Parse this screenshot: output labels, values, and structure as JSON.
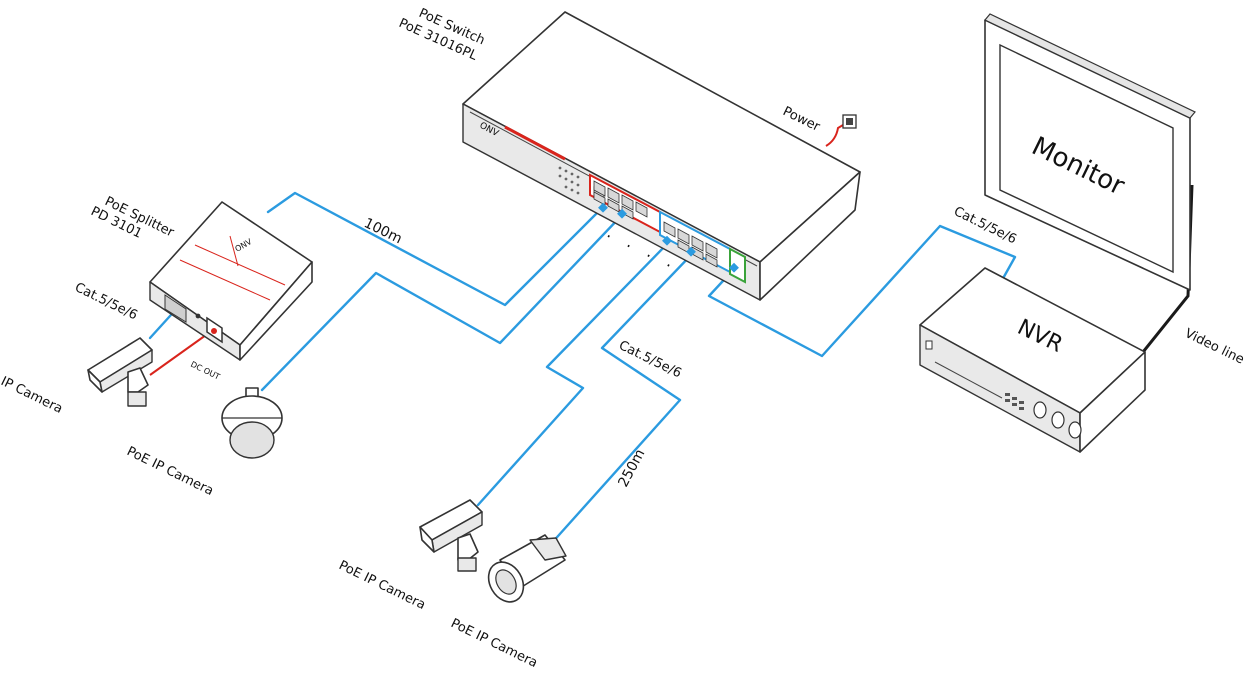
{
  "colors": {
    "cable": "#2b9be0",
    "power_cable": "#d9241c",
    "video_line": "#1a1a1a",
    "port_group_red": "#d9241c",
    "port_group_blue": "#2b9be0",
    "port_group_green": "#3aa33a"
  },
  "switch": {
    "label_line1": "PoE  Switch",
    "label_line2": "PoE 31016PL",
    "brand": "ONV",
    "power_label": "Power"
  },
  "splitter": {
    "label_line1": "PoE Splitter",
    "label_line2": "PD 3101",
    "brand": "ONV",
    "dc_out": "DC OUT"
  },
  "monitor": {
    "label": "Monitor"
  },
  "nvr": {
    "label": "NVR"
  },
  "cables": {
    "distance_100m": "100m",
    "distance_250m": "250m",
    "cat_left": "Cat.5/5e/6",
    "cat_mid": "Cat.5/5e/6",
    "cat_right": "Cat.5/5e/6",
    "video_line": "Video line",
    "dots": ". . . ."
  },
  "cameras": {
    "ip_camera": "IP Camera",
    "poe_ip_camera_dome": "PoE IP Camera",
    "poe_ip_camera_box": "PoE IP Camera",
    "poe_ip_camera_bullet": "PoE IP Camera"
  },
  "icons": [
    "poe-switch-icon",
    "poe-splitter-icon",
    "monitor-icon",
    "nvr-icon",
    "ip-camera-icon",
    "dome-camera-icon",
    "box-camera-icon",
    "bullet-camera-icon",
    "power-socket-icon"
  ]
}
